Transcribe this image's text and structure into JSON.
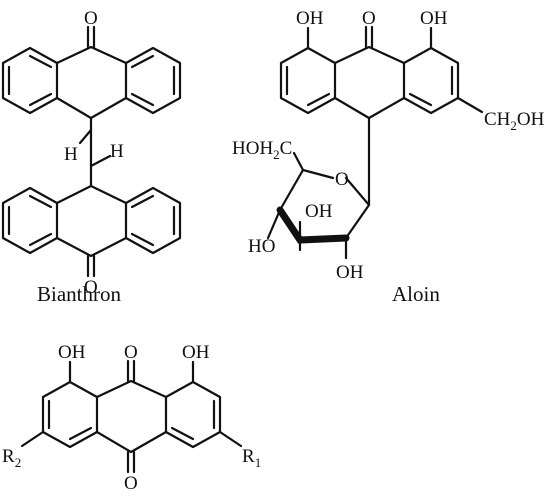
{
  "bianthron": {
    "caption": "Bianthron",
    "atoms": {
      "o_top": "O",
      "h_left": "H",
      "h_right": "H",
      "o_bottom": "O"
    }
  },
  "aloin": {
    "caption": "Aloin",
    "atoms": {
      "oh_left": "OH",
      "o_center": "O",
      "oh_right": "OH",
      "ch2oh_main": "CH",
      "ch2oh_sub": "2",
      "ch2oh_tail": "OH",
      "hoh2c_main": "HOH",
      "hoh2c_sub": "2",
      "hoh2c_tail": "C",
      "ring_o": "O",
      "oh_ring1": "OH",
      "oh_ring2": "HO",
      "oh_ring3": "OH"
    }
  },
  "emodin_core": {
    "atoms": {
      "oh_left": "OH",
      "o_top": "O",
      "oh_right": "OH",
      "o_bottom": "O",
      "r2_main": "R",
      "r2_sub": "2",
      "r1_main": "R",
      "r1_sub": "1"
    }
  }
}
